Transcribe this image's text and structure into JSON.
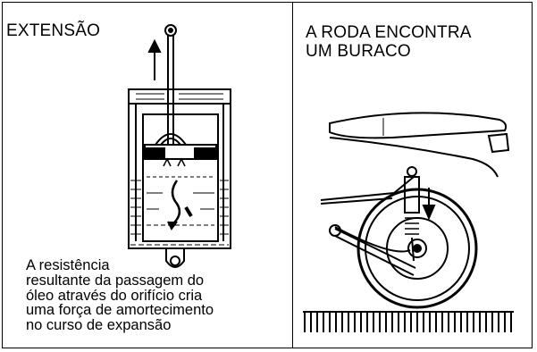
{
  "left_panel": {
    "title": "EXTENSÃO",
    "caption_lines": [
      "A resistência",
      "resultante da passagem do",
      "óleo através do orifício cria",
      "uma força de amortecimento",
      "no curso de expansão"
    ],
    "illustration": "shock-absorber-cutaway-extension"
  },
  "right_panel": {
    "title_lines": [
      "A RODA ENCONTRA",
      "UM BURACO"
    ],
    "illustration": "motorcycle-rear-wheel-over-pothole"
  },
  "colors": {
    "ink": "#000000",
    "background": "#ffffff"
  }
}
